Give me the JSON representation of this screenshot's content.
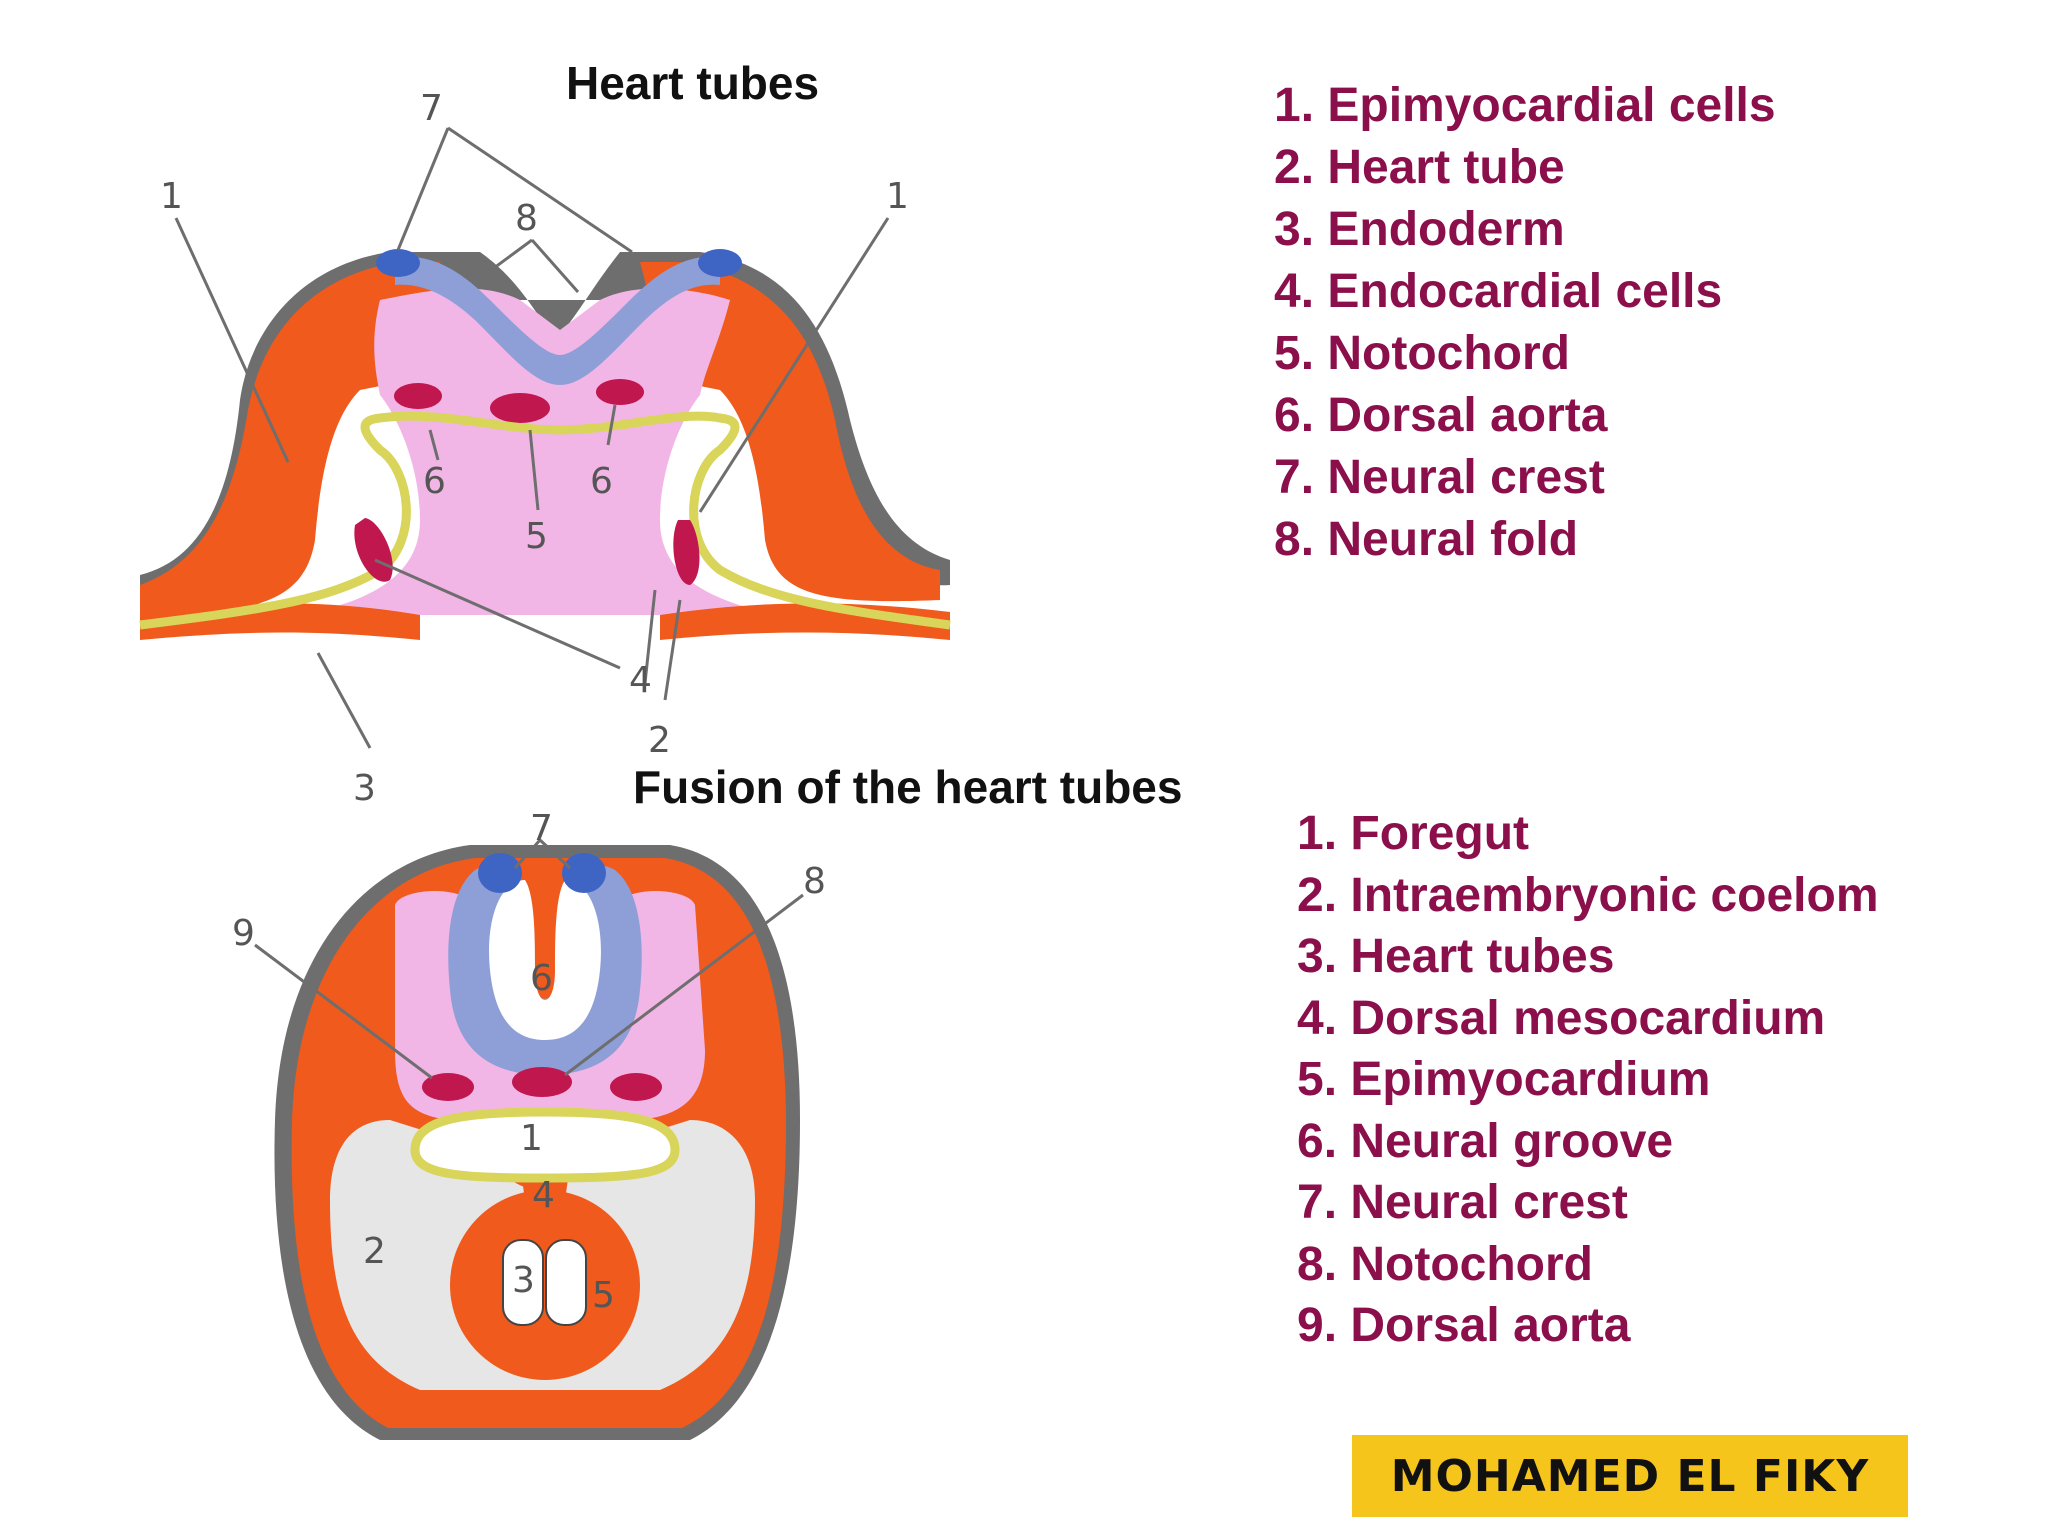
{
  "diagram1": {
    "title": "Heart tubes",
    "numbers": {
      "n1": "1",
      "n2": "2",
      "n3": "3",
      "n4": "4",
      "n5": "5",
      "n6": "6",
      "n7": "7",
      "n8": "8"
    },
    "legend": [
      "1. Epimyocardial cells",
      "2. Heart tube",
      "3. Endoderm",
      "4. Endocardial cells",
      "5. Notochord",
      "6. Dorsal aorta",
      "7. Neural crest",
      "8. Neural fold"
    ]
  },
  "diagram2": {
    "title": "Fusion of the heart tubes",
    "numbers": {
      "n1": "1",
      "n2": "2",
      "n3": "3",
      "n4": "4",
      "n5": "5",
      "n6": "6",
      "n7": "7",
      "n8": "8",
      "n9": "9"
    },
    "legend": [
      "1. Foregut",
      "2. Intraembryonic coelom",
      "3. Heart tubes",
      "4. Dorsal mesocardium",
      "5. Epimyocardium",
      "6. Neural groove",
      "7. Neural crest",
      "8. Notochord",
      "9. Dorsal aorta"
    ]
  },
  "credit": "MOHAMED EL FIKY",
  "colors": {
    "mesoderm": "#f05a1c",
    "mesenchyme": "#f2b6e6",
    "neural": "#8e9fd8",
    "crest": "#3f65c4",
    "vessel": "#c0174f",
    "endoderm": "#d9d45a",
    "ectoderm": "#6e6e6e",
    "coelom": "#e6e6e6",
    "legend_text": "#8a0f4b",
    "badge": "#f5c51b"
  }
}
